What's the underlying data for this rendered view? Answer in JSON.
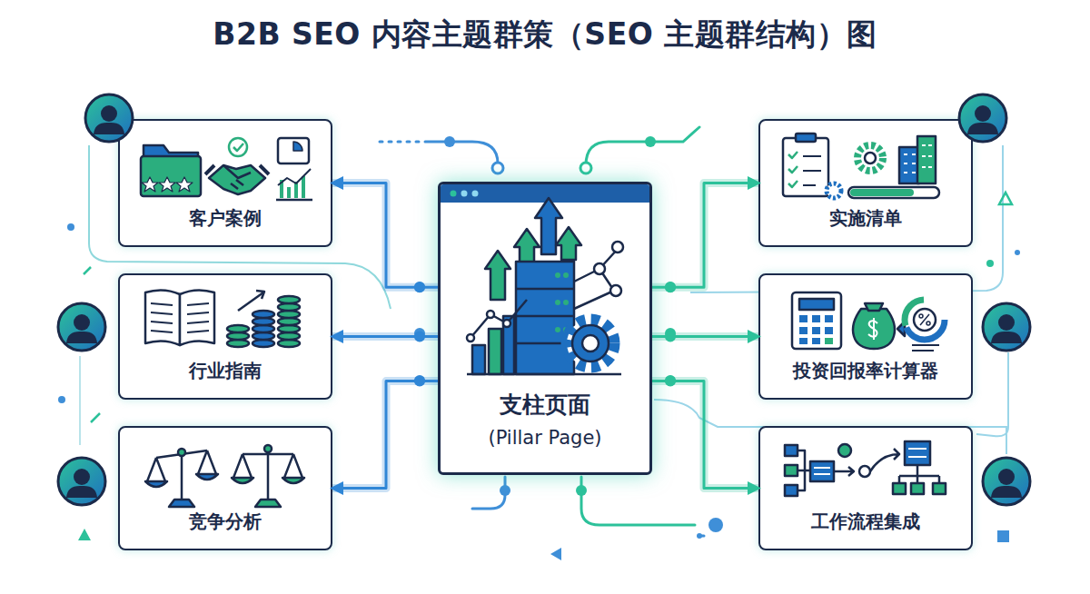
{
  "diagram": {
    "title": "B2B SEO 内容主题群策（SEO 主题群结构）图",
    "nodes": [
      {
        "text": [
          "客户案例"
        ]
      },
      {
        "text": [
          "行业指南"
        ]
      },
      {
        "text": [
          "竞争分析"
        ]
      },
      {
        "text": [
          "支柱页面",
          "(Pillar Page)"
        ]
      },
      {
        "text": [
          "实施清单"
        ]
      },
      {
        "text": [
          "投资回报率计算器"
        ]
      },
      {
        "text": [
          "工作流程集成"
        ]
      }
    ],
    "edges": [
      {
        "from": 3,
        "to": 0,
        "arrow": "to"
      },
      {
        "from": 3,
        "to": 1,
        "arrow": "to"
      },
      {
        "from": 3,
        "to": 2,
        "arrow": "to"
      },
      {
        "from": 3,
        "to": 4,
        "arrow": "to"
      },
      {
        "from": 3,
        "to": 5,
        "arrow": "to"
      },
      {
        "from": 3,
        "to": 6,
        "arrow": "to"
      }
    ]
  }
}
